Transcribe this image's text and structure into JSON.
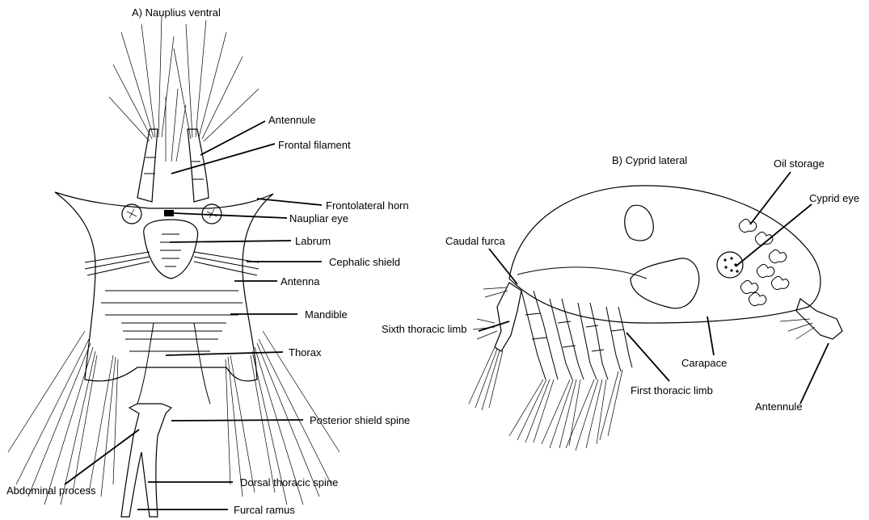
{
  "panel_a": {
    "title": "A) Nauplius ventral",
    "labels": {
      "antennule": "Antennule",
      "frontal_filament": "Frontal filament",
      "frontolateral_horn": "Frontolateral horn",
      "naupliar_eye": "Naupliar eye",
      "labrum": "Labrum",
      "cephalic_shield": "Cephalic shield",
      "antenna": "Antenna",
      "mandible": "Mandible",
      "thorax": "Thorax",
      "posterior_shield_spine": "Posterior shield spine",
      "abdominal_process": "Abdominal process",
      "dorsal_thoracic_spine": "Dorsal thoracic spine",
      "furcal_ramus": "Furcal ramus"
    }
  },
  "panel_b": {
    "title": "B) Cyprid lateral",
    "labels": {
      "oil_storage": "Oil storage",
      "cyprid_eye": "Cyprid eye",
      "caudal_furca": "Caudal furca",
      "sixth_thoracic_limb": "Sixth thoracic limb",
      "carapace": "Carapace",
      "first_thoracic_limb": "First thoracic limb",
      "antennule": "Antennule"
    }
  }
}
